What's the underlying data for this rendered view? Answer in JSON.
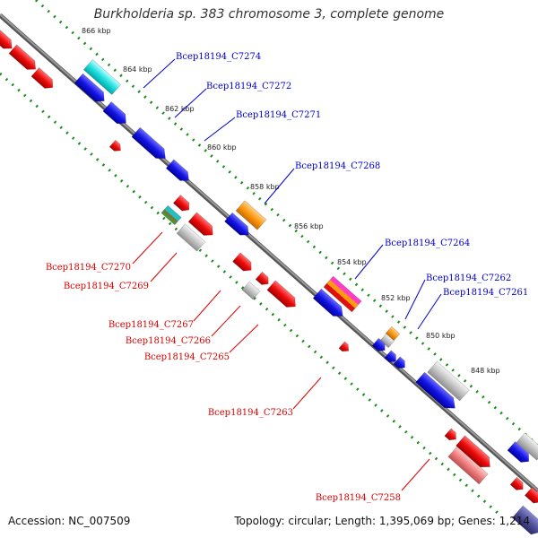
{
  "title": "Burkholderia sp. 383 chromosome 3, complete genome",
  "footer": {
    "accession": "Accession: NC_007509",
    "summary": "Topology: circular; Length: 1,395,069 bp; Genes: 1,214"
  },
  "colors": {
    "forward_label": "#0000cc",
    "reverse_label": "#dd0000",
    "forward_gene": "#1010e0",
    "reverse_gene": "#ee0a0a",
    "backbone": "#888888",
    "tick": "#1a8c1a"
  },
  "ticks": [
    "866 kbp",
    "864 kbp",
    "862 kbp",
    "860 kbp",
    "858 kbp",
    "856 kbp",
    "854 kbp",
    "852 kbp",
    "850 kbp",
    "848 kbp"
  ],
  "forward_labels": [
    "Bcep18194_C7274",
    "Bcep18194_C7272",
    "Bcep18194_C7271",
    "Bcep18194_C7268",
    "Bcep18194_C7264",
    "Bcep18194_C7262",
    "Bcep18194_C7261"
  ],
  "reverse_labels": [
    "Bcep18194_C7270",
    "Bcep18194_C7269",
    "Bcep18194_C7267",
    "Bcep18194_C7266",
    "Bcep18194_C7265",
    "Bcep18194_C7263",
    "Bcep18194_C7258"
  ]
}
